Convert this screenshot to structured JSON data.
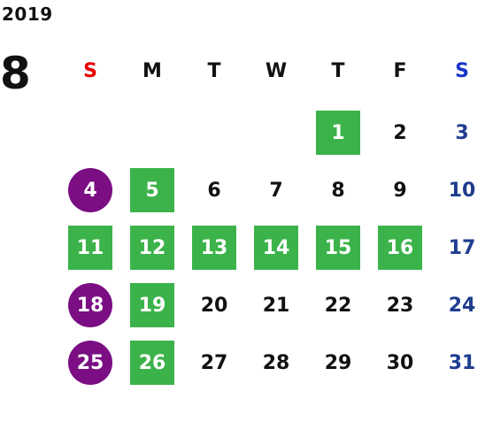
{
  "calendar": {
    "year": "2019",
    "month": "8",
    "weekdays": [
      {
        "label": "S",
        "color": "#e60000"
      },
      {
        "label": "M",
        "color": "#111111"
      },
      {
        "label": "T",
        "color": "#111111"
      },
      {
        "label": "W",
        "color": "#111111"
      },
      {
        "label": "T",
        "color": "#111111"
      },
      {
        "label": "F",
        "color": "#111111"
      },
      {
        "label": "S",
        "color": "#1a35c9"
      }
    ],
    "weeks": [
      [
        null,
        null,
        null,
        null,
        {
          "day": "1",
          "style": "green"
        },
        {
          "day": "2",
          "style": "plain"
        },
        {
          "day": "3",
          "style": "sat"
        }
      ],
      [
        {
          "day": "4",
          "style": "purple"
        },
        {
          "day": "5",
          "style": "green"
        },
        {
          "day": "6",
          "style": "plain"
        },
        {
          "day": "7",
          "style": "plain"
        },
        {
          "day": "8",
          "style": "plain"
        },
        {
          "day": "9",
          "style": "plain"
        },
        {
          "day": "10",
          "style": "sat"
        }
      ],
      [
        {
          "day": "11",
          "style": "green"
        },
        {
          "day": "12",
          "style": "green"
        },
        {
          "day": "13",
          "style": "green"
        },
        {
          "day": "14",
          "style": "green"
        },
        {
          "day": "15",
          "style": "green"
        },
        {
          "day": "16",
          "style": "green"
        },
        {
          "day": "17",
          "style": "sat"
        }
      ],
      [
        {
          "day": "18",
          "style": "purple"
        },
        {
          "day": "19",
          "style": "green"
        },
        {
          "day": "20",
          "style": "plain"
        },
        {
          "day": "21",
          "style": "plain"
        },
        {
          "day": "22",
          "style": "plain"
        },
        {
          "day": "23",
          "style": "plain"
        },
        {
          "day": "24",
          "style": "sat"
        }
      ],
      [
        {
          "day": "25",
          "style": "purple"
        },
        {
          "day": "26",
          "style": "green"
        },
        {
          "day": "27",
          "style": "plain"
        },
        {
          "day": "28",
          "style": "plain"
        },
        {
          "day": "29",
          "style": "plain"
        },
        {
          "day": "30",
          "style": "plain"
        },
        {
          "day": "31",
          "style": "sat"
        }
      ]
    ],
    "colors": {
      "green_highlight": "#3cb34a",
      "purple_highlight": "#7a0e82",
      "saturday_text": "#1f3d8f"
    }
  }
}
